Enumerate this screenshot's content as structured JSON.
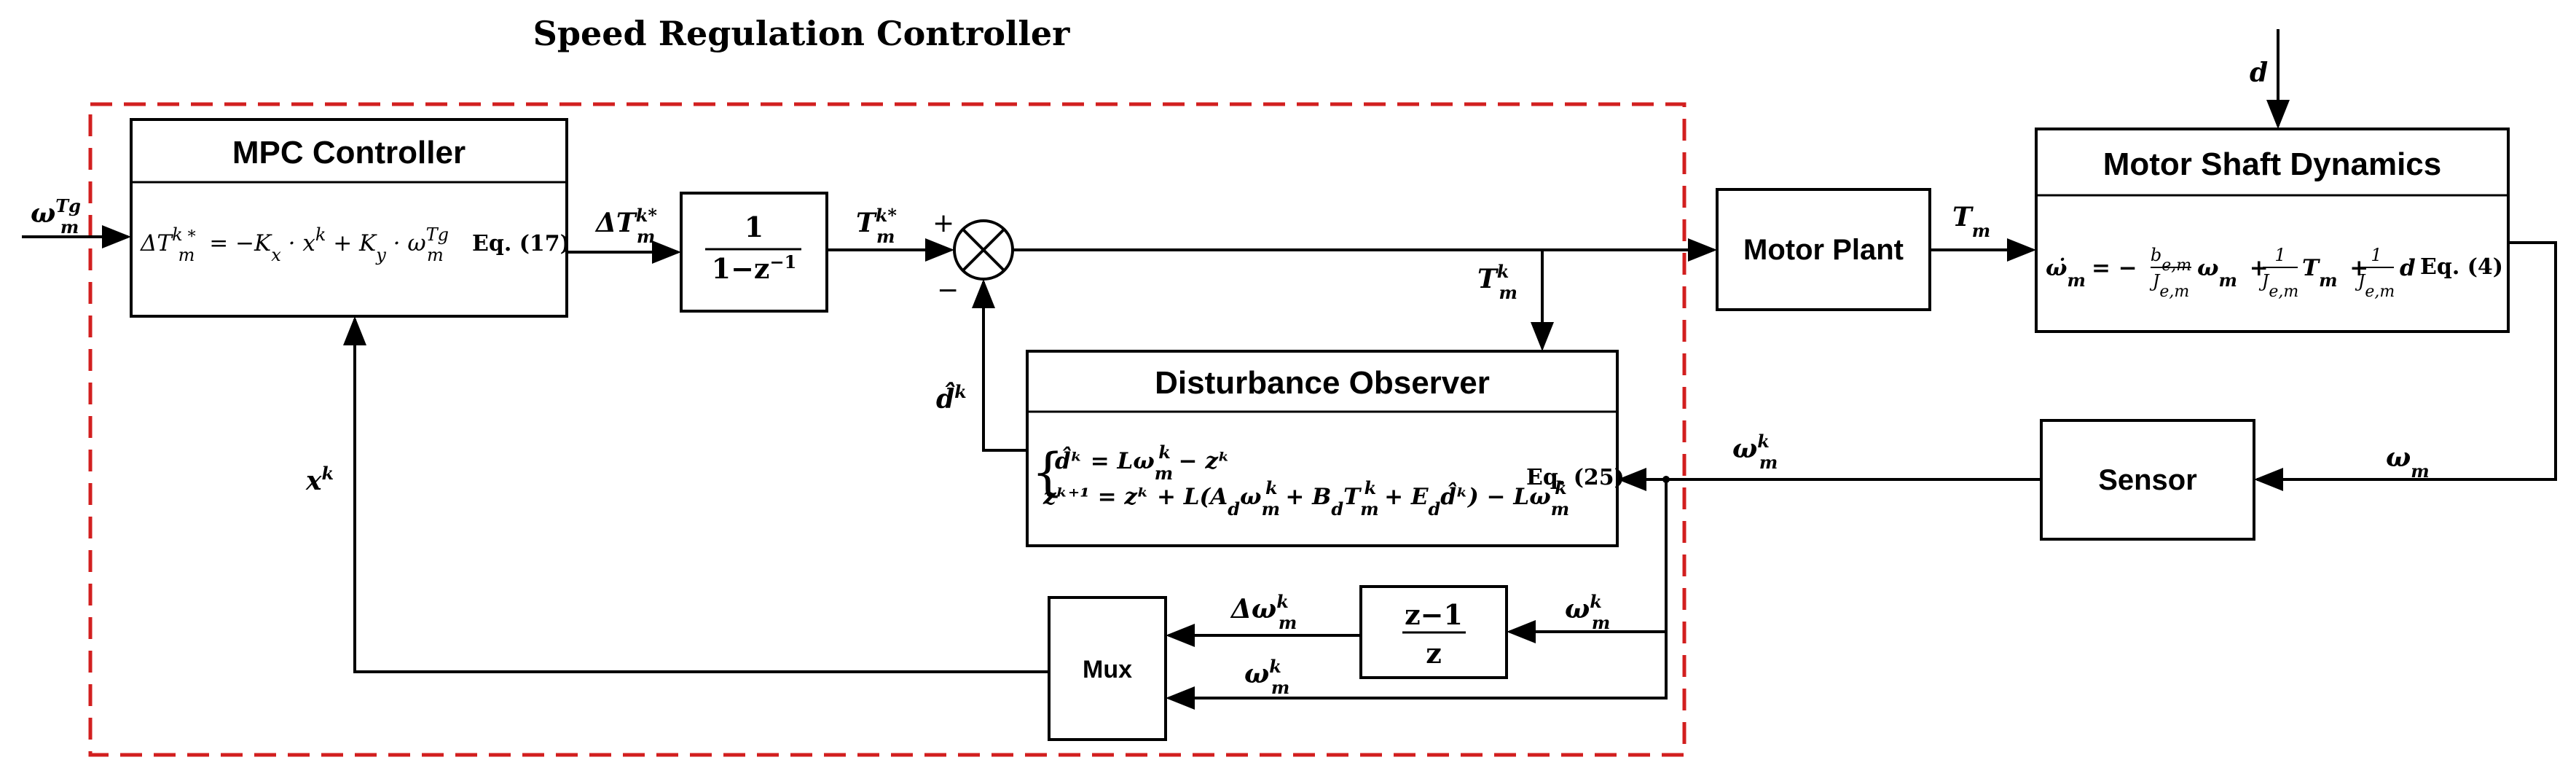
{
  "title": "Speed Regulation Controller",
  "mpc": {
    "header": "MPC Controller",
    "eq_lhs": "ΔT",
    "eq_rhs_a": "= −K",
    "eq_rhs_b": " · x",
    "eq_rhs_c": " + K",
    "eq_rhs_d": " · ω",
    "eq_ref": "Eq. (17)"
  },
  "integrator": {
    "num": "1",
    "den": "1−z",
    "den_exp": "−1"
  },
  "differencer": {
    "num": "z−1",
    "den": "z"
  },
  "observer": {
    "header": "Disturbance Observer",
    "line1": "d̂ᵏ = Lω",
    "line1_b": " − zᵏ",
    "line2": "zᵏ⁺¹ = zᵏ + L(A",
    "line2_b": "ω",
    "line2_c": " + B",
    "line2_d": "T",
    "line2_e": " + E",
    "line2_f": "d̂ᵏ) − Lω",
    "eq_ref": "Eq. (25)"
  },
  "motor_plant": "Motor Plant",
  "shaft": {
    "header": "Motor  Shaft Dynamics",
    "lhs": "ω̇",
    "frac1_num": "b",
    "frac1_den": "J",
    "term1": "ω",
    "frac_num": "1",
    "frac_den": "J",
    "term2": "T",
    "term3": "d",
    "eq_ref": "Eq. (4)"
  },
  "sensor": "Sensor",
  "mux": "Mux",
  "signals": {
    "omega_ref": "ω",
    "delta_T": "ΔT",
    "T_cmd": "T",
    "T_m": "T",
    "T_mk": "T",
    "d": "d",
    "d_hat": "d̂",
    "x_k": "x",
    "omega_mk": "ω",
    "omega_m": "ω",
    "delta_omega": "Δω"
  },
  "signs": {
    "plus": "+",
    "minus": "−"
  }
}
